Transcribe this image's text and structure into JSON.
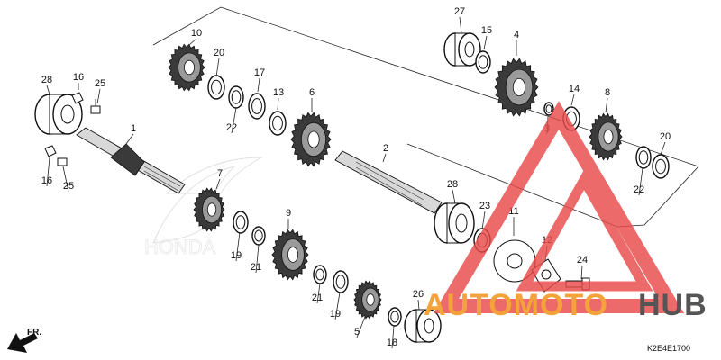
{
  "diagram": {
    "callouts": [
      "1",
      "2",
      "3",
      "4",
      "5",
      "6",
      "7",
      "8",
      "9",
      "10",
      "11",
      "12",
      "13",
      "14",
      "15",
      "16",
      "16",
      "17",
      "18",
      "19",
      "19",
      "20",
      "20",
      "21",
      "21",
      "22",
      "22",
      "23",
      "24",
      "25",
      "25",
      "26",
      "27",
      "28",
      "28"
    ],
    "diagram_code": "K2E4E1700",
    "direction_label": "FR."
  },
  "watermark": {
    "word_a": "AUTOMOTO",
    "word_b": "HUB",
    "color_a": "#f4a23a",
    "color_b": "#555555",
    "triangle_color": "#e84a4a"
  }
}
